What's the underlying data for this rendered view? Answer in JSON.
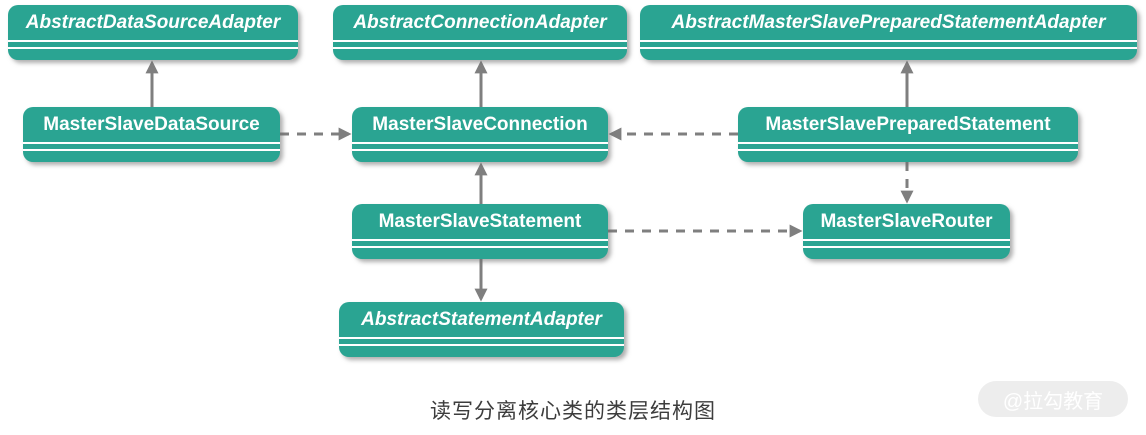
{
  "diagram": {
    "caption": "读写分离核心类的类层结构图",
    "watermark": "@拉勾教育",
    "colors": {
      "node_fill": "#2AA492",
      "node_text": "#FFFFFF",
      "edge": "#7F7F7F",
      "caption_text": "#3D3D3D",
      "watermark_bg": "#EDEDED",
      "watermark_text": "#FFFFFF"
    },
    "nodes": [
      {
        "label": "AbstractDataSourceAdapter",
        "abstract": true
      },
      {
        "label": "AbstractConnectionAdapter",
        "abstract": true
      },
      {
        "label": "AbstractMasterSlavePreparedStatementAdapter",
        "abstract": true
      },
      {
        "label": "MasterSlaveDataSource",
        "abstract": false
      },
      {
        "label": "MasterSlaveConnection",
        "abstract": false
      },
      {
        "label": "MasterSlavePreparedStatement",
        "abstract": false
      },
      {
        "label": "MasterSlaveStatement",
        "abstract": false
      },
      {
        "label": "MasterSlaveRouter",
        "abstract": false
      },
      {
        "label": "AbstractStatementAdapter",
        "abstract": true
      }
    ],
    "edges": [
      {
        "from": "MasterSlaveDataSource",
        "to": "AbstractDataSourceAdapter",
        "line": "solid",
        "arrow_points": "up"
      },
      {
        "from": "MasterSlaveConnection",
        "to": "AbstractConnectionAdapter",
        "line": "solid",
        "arrow_points": "up"
      },
      {
        "from": "MasterSlavePreparedStatement",
        "to": "AbstractMasterSlavePreparedStatementAdapter",
        "line": "solid",
        "arrow_points": "up"
      },
      {
        "from": "MasterSlaveDataSource",
        "to": "MasterSlaveConnection",
        "line": "dashed",
        "arrow_points": "right"
      },
      {
        "from": "MasterSlavePreparedStatement",
        "to": "MasterSlaveConnection",
        "line": "dashed",
        "arrow_points": "left"
      },
      {
        "from": "MasterSlaveStatement",
        "to": "MasterSlaveConnection",
        "line": "solid",
        "arrow_points": "up"
      },
      {
        "from": "MasterSlaveStatement",
        "to": "MasterSlaveRouter",
        "line": "dashed",
        "arrow_points": "right"
      },
      {
        "from": "MasterSlavePreparedStatement",
        "to": "MasterSlaveRouter",
        "line": "dashed",
        "arrow_points": "down"
      },
      {
        "from": "MasterSlaveStatement",
        "to": "AbstractStatementAdapter",
        "line": "solid",
        "arrow_points": "down"
      }
    ]
  }
}
